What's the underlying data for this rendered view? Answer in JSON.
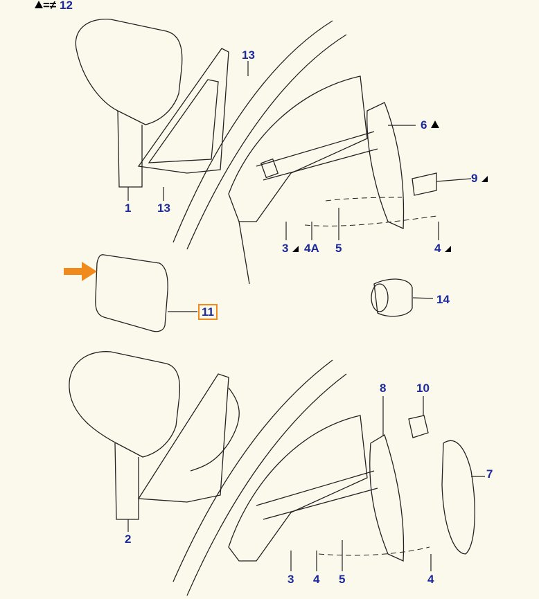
{
  "legend": {
    "symbol": "=≠",
    "label": "12"
  },
  "colors": {
    "callout": "#1c2a9c",
    "highlight": "#f08a1c",
    "background": "#fbf9ec"
  },
  "callouts": {
    "c13a": "13",
    "c13b": "13",
    "c1": "1",
    "c6": "6",
    "c9": "9",
    "c3a": "3",
    "c4Aa": "4A",
    "c5a": "5",
    "c4a": "4",
    "c11": "11",
    "c14": "14",
    "c2": "2",
    "c8": "8",
    "c10": "10",
    "c7": "7",
    "c3b": "3",
    "c4b": "4",
    "c5b": "5",
    "c4c": "4"
  },
  "icons": {
    "arrow": "arrow-right-icon",
    "triangle": "triangle-marker-icon",
    "corner": "corner-marker-icon"
  }
}
